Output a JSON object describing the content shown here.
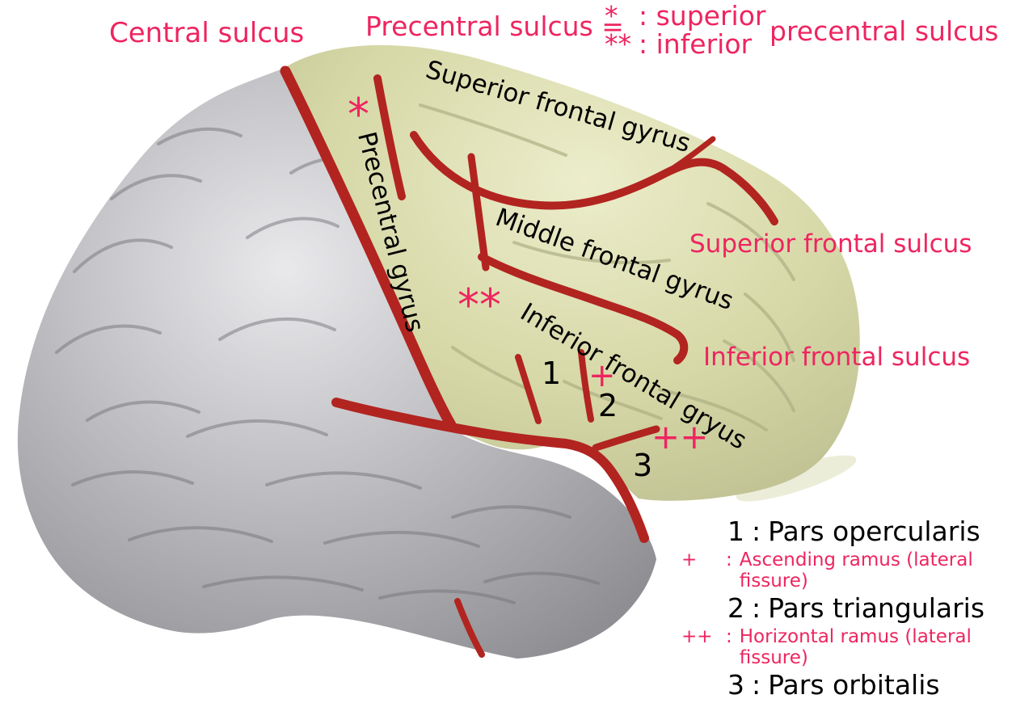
{
  "figure": {
    "title_semantic": "Lateral view of brain with frontal lobe sulci and gyri annotated",
    "colors": {
      "annotation_pink": "#EE2560",
      "annotation_black": "#000000",
      "frontal_lobe_fill": "#D6D8A7",
      "posterior_brain_fill": "#B6B6BA",
      "sulcus_red": "#B22420",
      "background": "#FFFFFF"
    },
    "top_labels": {
      "central_sulcus": "Central sulcus",
      "precentral_sulcus_lhs": "Precentral sulcus =",
      "superior_marker": "*",
      "superior_text": ": superior",
      "inferior_marker": "**",
      "inferior_text": ": inferior",
      "precentral_sulcus_rhs": "precentral sulcus"
    },
    "anatomy_labels": {
      "superior_frontal_gyrus": "Superior frontal gyrus",
      "precentral_gyrus": "Precentral gyrus",
      "middle_frontal_gyrus": "Middle frontal gyrus",
      "superior_frontal_sulcus": "Superior frontal sulcus",
      "inferior_frontal_gyrus": "Inferior frontal gryus",
      "inferior_frontal_sulcus": "Inferior frontal sulcus"
    },
    "markers": {
      "superior_precentral": "*",
      "inferior_precentral": "**",
      "pars_opercularis": "1",
      "ascending_ramus": "+",
      "pars_triangularis": "2",
      "horizontal_ramus": "++",
      "pars_orbitalis": "3"
    },
    "legend": {
      "sep": ":",
      "items": [
        {
          "marker": "1",
          "label": "Pars opercularis"
        },
        {
          "marker": "+",
          "label": "Ascending ramus (lateral fissure)"
        },
        {
          "marker": "2",
          "label": "Pars triangularis"
        },
        {
          "marker": "++",
          "label": "Horizontal ramus (lateral fissure)"
        },
        {
          "marker": "3",
          "label": "Pars orbitalis"
        }
      ]
    }
  }
}
